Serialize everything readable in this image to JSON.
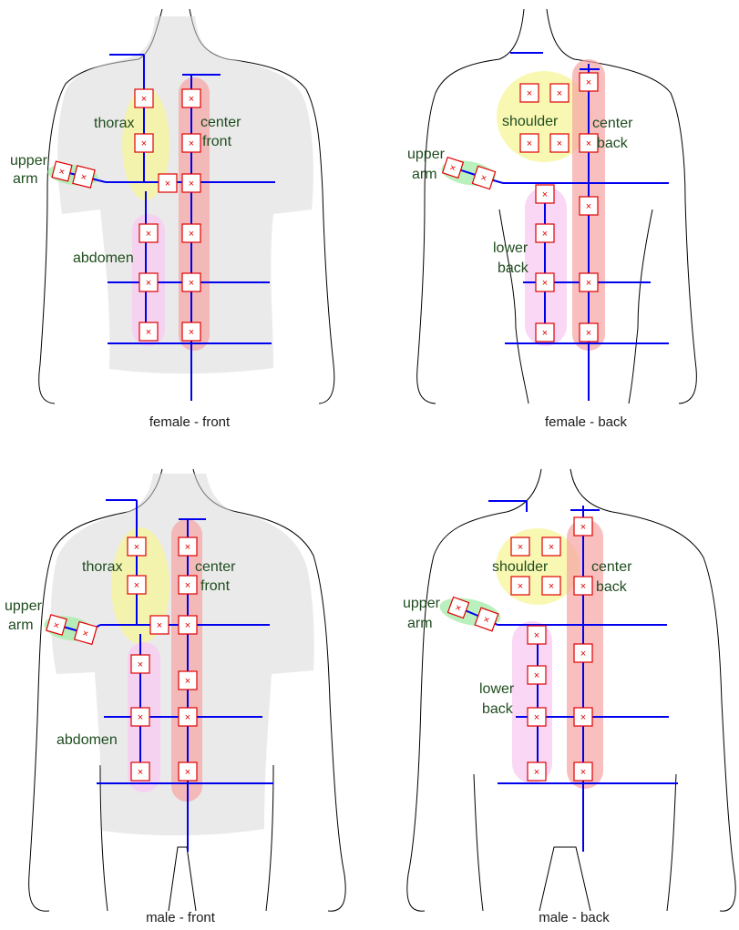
{
  "colors": {
    "outline": "#000000",
    "measure_line": "#0000ee",
    "sensor_stroke": "#e00000",
    "sensor_fill": "#ffffff",
    "label_text": "#1f4d1f",
    "thorax_region": "#f7f59a",
    "center_region": "#f6a3a3",
    "abdomen_region": "#f7c9f2",
    "arm_region": "#a8ecac",
    "shirt_fill": "#d9d9d9"
  },
  "panels": [
    {
      "id": "female-front",
      "caption": "female - front",
      "labels": {
        "region1": "thorax",
        "region2_line1": "center",
        "region2_line2": "front",
        "arm_line1": "upper",
        "arm_line2": "arm",
        "region3": "abdomen"
      }
    },
    {
      "id": "female-back",
      "caption": "female - back",
      "labels": {
        "region1": "shoulder",
        "region2_line1": "center",
        "region2_line2": "back",
        "arm_line1": "upper",
        "arm_line2": "arm",
        "region3_line1": "lower",
        "region3_line2": "back"
      }
    },
    {
      "id": "male-front",
      "caption": "male - front",
      "labels": {
        "region1": "thorax",
        "region2_line1": "center",
        "region2_line2": "front",
        "arm_line1": "upper",
        "arm_line2": "arm",
        "region3": "abdomen"
      }
    },
    {
      "id": "male-back",
      "caption": "male - back",
      "labels": {
        "region1": "shoulder",
        "region2_line1": "center",
        "region2_line2": "back",
        "arm_line1": "upper",
        "arm_line2": "arm",
        "region3_line1": "lower",
        "region3_line2": "back"
      }
    }
  ],
  "icons": {
    "sensor": "close-x-marker-icon"
  }
}
